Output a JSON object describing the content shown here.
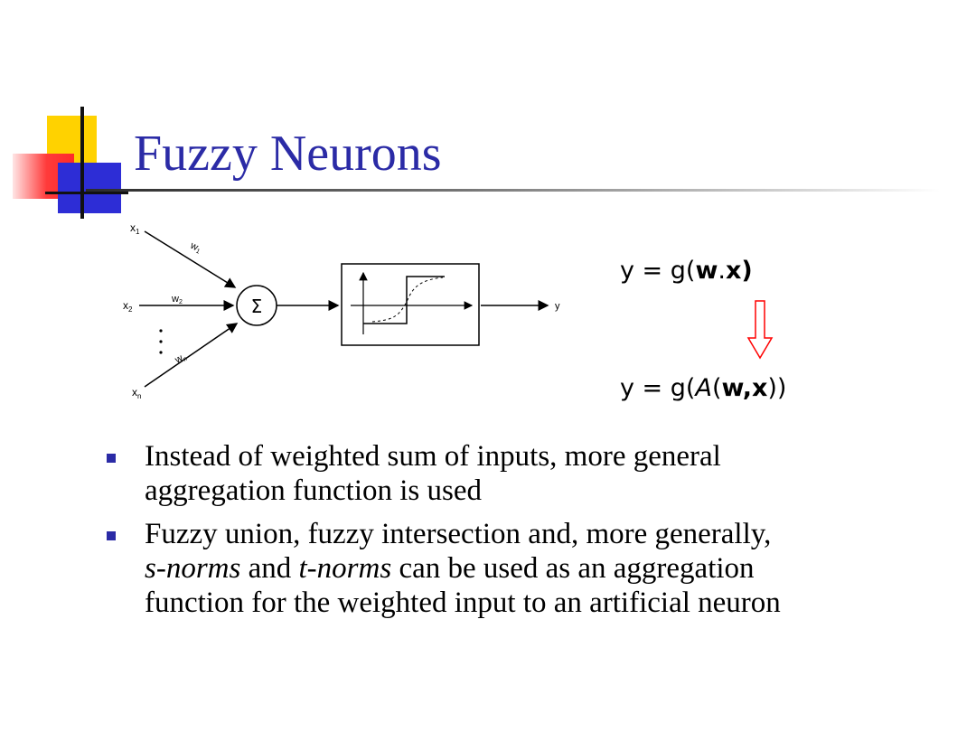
{
  "title": "Fuzzy Neurons",
  "diagram": {
    "inputs": [
      "x1",
      "x2",
      "xn"
    ],
    "weights": [
      "w1",
      "w2",
      "wn"
    ],
    "summation_symbol": "Σ",
    "output": "y"
  },
  "formulas": {
    "f1": {
      "prefix": "y = g(",
      "w": "w",
      "dot": ".",
      "x": "x",
      "close": ")"
    },
    "f2": {
      "prefix": "y = g(",
      "A": "A",
      "open": "(",
      "w": "w",
      "comma": ",",
      "x": "x",
      "close": "))"
    },
    "arrow_color": "#ff0000"
  },
  "bullets": {
    "b1": {
      "line1": "Instead of weighted sum of inputs, more general",
      "line2": "aggregation  function is used"
    },
    "b2": {
      "line1": "Fuzzy union, fuzzy intersection and, more generally,",
      "line2_italic1": "s-norms",
      "line2_mid": " and ",
      "line2_italic2": "t-norms",
      "line2_end": " can be used as an aggregation",
      "line3": "function for the weighted input to an artificial neuron"
    }
  },
  "colors": {
    "title": "#2b2ba6",
    "bullet_marker": "#2b2ba6",
    "logo_yellow": "#ffd200",
    "logo_red": "#ff3b3b",
    "logo_blue": "#2d2dd6"
  }
}
